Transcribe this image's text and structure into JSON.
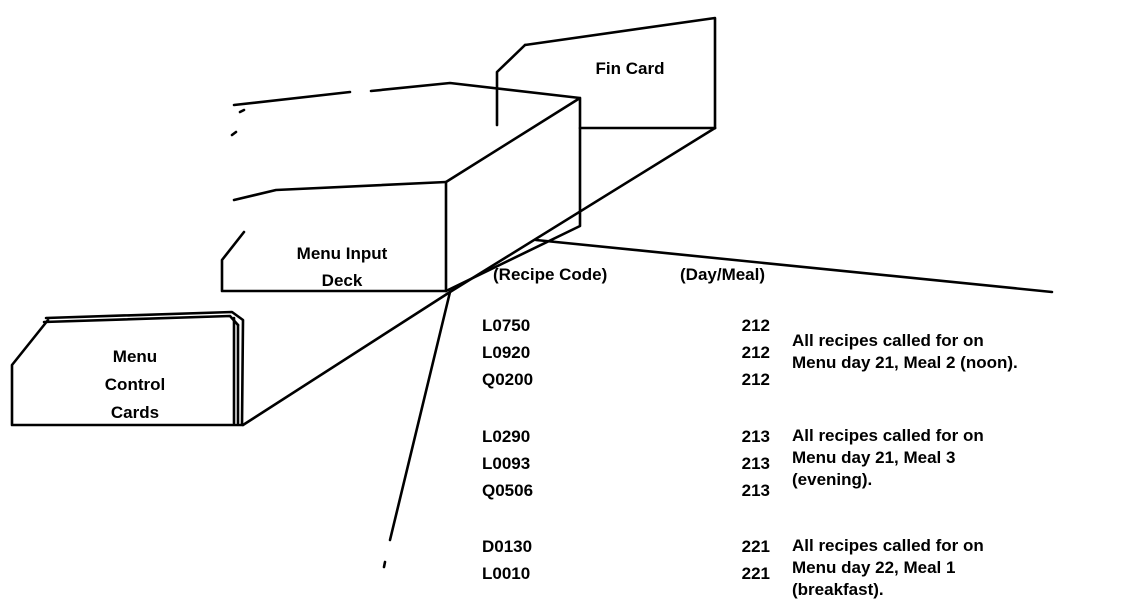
{
  "cards": {
    "fin_card": "Fin Card",
    "menu_input_deck": [
      "Menu Input",
      "Deck"
    ],
    "menu_control_cards": [
      "Menu",
      "Control",
      "Cards"
    ]
  },
  "columns": {
    "recipe_code_header": "(Recipe Code)",
    "day_meal_header": "(Day/Meal)"
  },
  "groups": [
    {
      "rows": [
        {
          "code": "L0750",
          "daymeal": "212"
        },
        {
          "code": "L0920",
          "daymeal": "212"
        },
        {
          "code": "Q0200",
          "daymeal": "212"
        }
      ],
      "note": [
        "All recipes called for on",
        "Menu day 21, Meal 2 (noon)."
      ]
    },
    {
      "rows": [
        {
          "code": "L0290",
          "daymeal": "213"
        },
        {
          "code": "L0093",
          "daymeal": "213"
        },
        {
          "code": "Q0506",
          "daymeal": "213"
        }
      ],
      "note": [
        "All recipes called for on",
        "Menu day 21, Meal 3",
        "(evening)."
      ]
    },
    {
      "rows": [
        {
          "code": "D0130",
          "daymeal": "221"
        },
        {
          "code": "L0010",
          "daymeal": "221"
        }
      ],
      "note": [
        "All recipes called for on",
        "Menu day 22, Meal 1",
        "(breakfast)."
      ]
    }
  ]
}
